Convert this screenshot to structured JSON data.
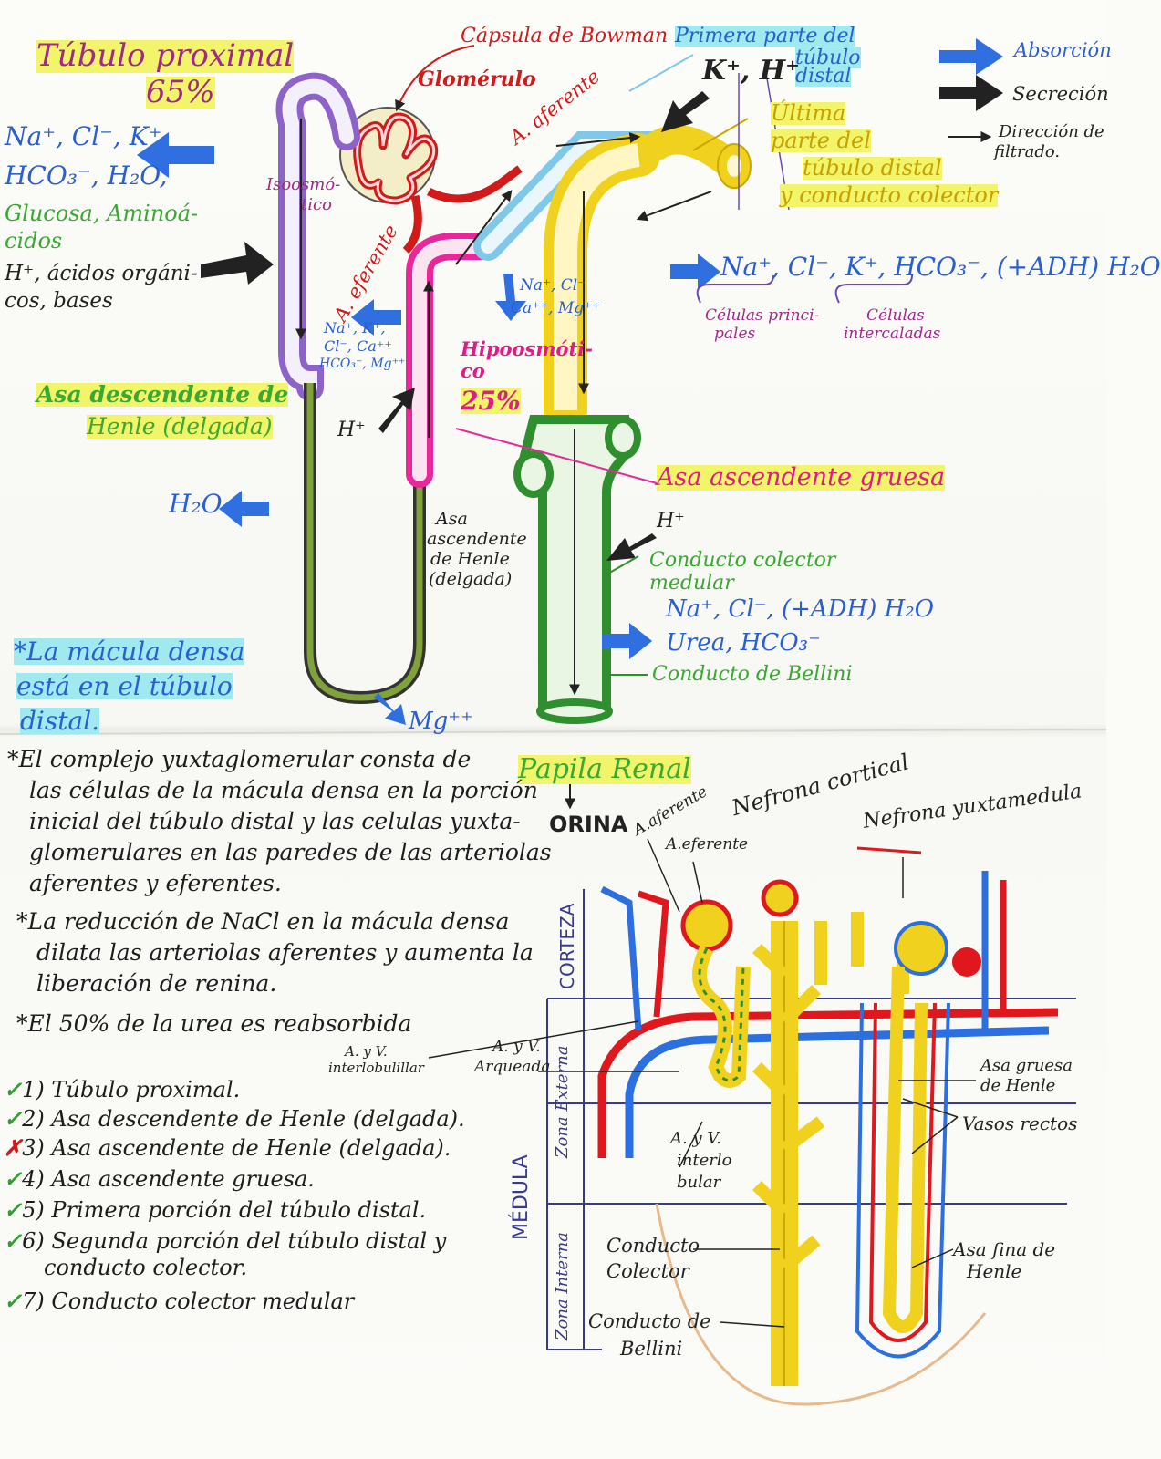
{
  "top_diagram": {
    "tubulo_proximal": "Túbulo proximal",
    "tubulo_proximal_pct": "65%",
    "capsula_bowman": "Cápsula de Bowman",
    "glomerulo": "Glomérulo",
    "primera_parte_distal": [
      "Primera parte del",
      "túbulo",
      "distal"
    ],
    "ultima_parte_distal": [
      "Última",
      "parte del",
      "túbulo distal",
      "y conducto colector"
    ],
    "a_aferente": "A. aferente",
    "a_eferente": "A. eferente",
    "isoosmotico": [
      "Isoosmó-",
      "tico"
    ],
    "hipoosmotico": [
      "Hipoosmóti-",
      "co"
    ],
    "hipoosmotico_pct": "25%",
    "proximal_absorbe": [
      "Na⁺, Cl⁻, K⁺",
      "HCO₃⁻, H₂O,",
      "Glucosa, Aminoá-",
      "cidos"
    ],
    "proximal_secreta": [
      "H⁺, ácidos orgáni-",
      "cos, bases"
    ],
    "asa_desc_label": [
      "Asa descendente de",
      "Henle (delgada)"
    ],
    "h2o_desc": "H₂O",
    "asa_asc_delgada": [
      "Asa",
      "ascendente",
      "de Henle",
      "(delgada)"
    ],
    "asa_asc_gruesa": "Asa ascendente gruesa",
    "ions_gruesa": [
      "Na⁺, K⁺,",
      "Cl⁻, Ca⁺⁺",
      "HCO₃⁻, Mg⁺⁺"
    ],
    "h_plus": "H⁺",
    "ions_distal1": [
      "Na⁺, Cl⁻",
      "Ca⁺⁺, Mg⁺⁺"
    ],
    "k_h": "K⁺, H⁺",
    "ions_distal2": "Na⁺, Cl⁻, K⁺, HCO₃⁻, (+ADH) H₂O",
    "celulas_principales": [
      "Células princi-",
      "pales"
    ],
    "celulas_intercaladas": [
      "Células",
      "intercaladas"
    ],
    "conducto_medular": [
      "Conducto colector",
      "medular"
    ],
    "h_plus_medular": "H⁺",
    "ions_medular": [
      "Na⁺, Cl⁻, (+ADH) H₂O",
      "Urea, HCO₃⁻"
    ],
    "conducto_bellini": "Conducto de Bellini",
    "papila": "Papila Renal",
    "orina": "ORINA",
    "mg": "Mg⁺⁺",
    "macula_note": [
      "*La mácula densa",
      "está en el túbulo",
      "distal."
    ],
    "legend": {
      "absorcion": "Absorción",
      "secrecion": "Secreción",
      "direccion": [
        "Dirección de",
        "filtrado."
      ]
    }
  },
  "notes": [
    "*El complejo yuxtaglomerular consta de",
    "las células de la mácula densa en la porción",
    "inicial del túbulo distal y las celulas yuxta-",
    "glomerulares en las paredes de las arteriolas",
    "aferentes y eferentes.",
    "*La reducción de NaCl en la mácula densa",
    "dilata las arteriolas aferentes y aumenta la",
    "liberación de renina.",
    "*El 50% de la urea es reabsorbida"
  ],
  "checklist": [
    {
      "mark": "✓",
      "text": "1) Túbulo proximal."
    },
    {
      "mark": "✓",
      "text": "2) Asa descendente de Henle (delgada)."
    },
    {
      "mark": "✗",
      "text": "3) Asa ascendente de Henle (delgada)."
    },
    {
      "mark": "✓",
      "text": "4) Asa ascendente gruesa."
    },
    {
      "mark": "✓",
      "text": "5) Primera porción del túbulo distal."
    },
    {
      "mark": "✓",
      "text": "6) Segunda porción del túbulo distal y"
    },
    {
      "mark": "",
      "text": "conducto colector."
    },
    {
      "mark": "✓",
      "text": "7) Conducto colector medular"
    }
  ],
  "bottom_diagram": {
    "a_aferente": "A.aferente",
    "a_eferente": "A.eferente",
    "nefrona_cortical": "Nefrona cortical",
    "nefrona_yuxta": "Nefrona yuxtamedula",
    "corteza": "CORTEZA",
    "medula": "MÉDULA",
    "zona_externa": "Zona Externa",
    "zona_interna": "Zona Interna",
    "interlobulillar": [
      "A. y V.",
      "interlobulillar"
    ],
    "arqueada": [
      "A. y V.",
      "Arqueada"
    ],
    "interlobular": [
      "A. y V.",
      "interlo",
      "bular"
    ],
    "asa_gruesa": [
      "Asa gruesa",
      "de Henle"
    ],
    "vasos_rectos": "Vasos rectos",
    "conducto_colector": [
      "Conducto",
      "Colector"
    ],
    "conducto_bellini": [
      "Conducto de",
      "Bellini"
    ],
    "asa_fina": [
      "Asa fina de",
      "Henle"
    ]
  },
  "colors": {
    "purple_tubule": "#8e63c9",
    "magenta_tubule": "#e8289a",
    "yellow_tubule": "#f0d21e",
    "cyan_tubule": "#7fc8ea",
    "green_duct": "#2f8f2f",
    "blood_red": "#e0181e",
    "blood_blue": "#2b6fe0",
    "arrow_blue": "#2f6fe0",
    "highlight_yellow": "#f2f56a"
  }
}
